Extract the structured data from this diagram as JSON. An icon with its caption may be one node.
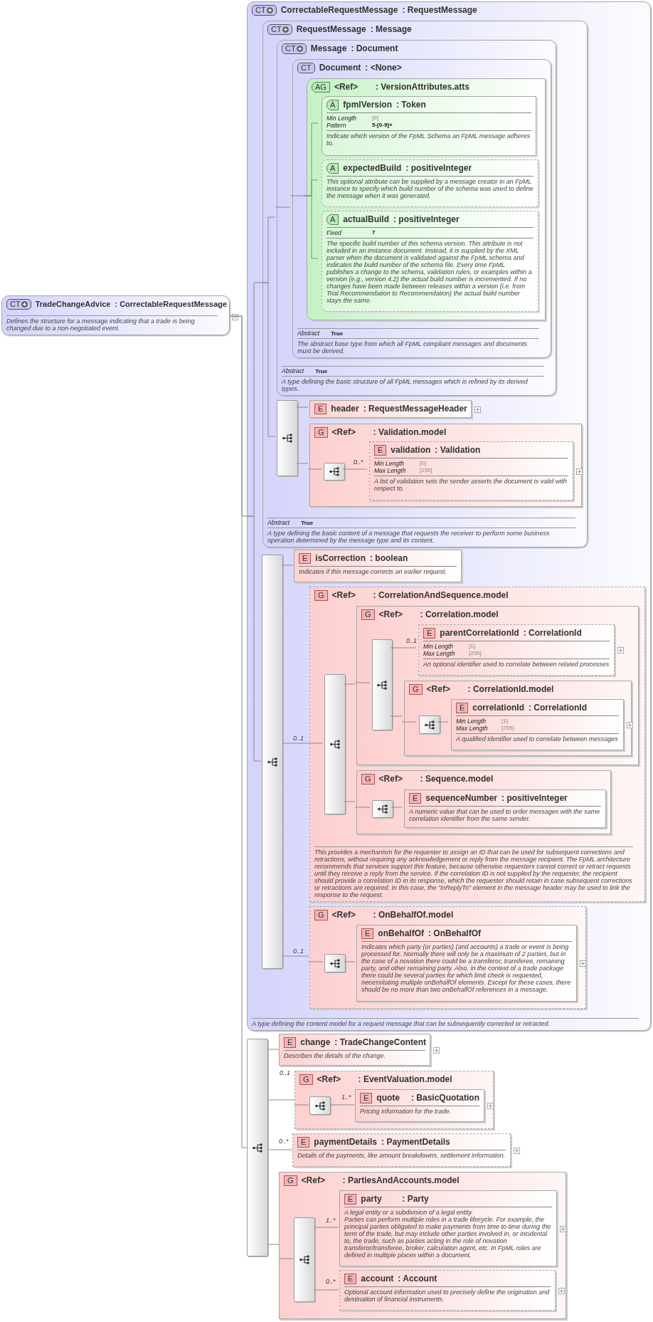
{
  "diagram": {
    "nodes": [
      {
        "text": [
          "CT",
          "TradeChangeAdvice",
          ": CorrectableRequestMessage",
          "Defines the structure for a message indicating that a trade is being changed due to a non-negotiated event."
        ]
      },
      {
        "text": [
          "CT",
          "CorrectableRequestMessage",
          ": RequestMessage",
          "A type defining the content model for a request message that can be subsequently corrected or retracted."
        ]
      },
      {
        "text": [
          "CT",
          "RequestMessage",
          ": Message",
          "Abstract",
          "True",
          "A type defining the basic content of a message that requests the receiver to perform some business operation determined by the message type and its content."
        ],
        "in": 1
      },
      {
        "text": [
          "CT",
          "Message",
          ": Document",
          "Abstract",
          "True",
          "A type defining the basic structure of all FpML messages which is refined by its derived types."
        ],
        "in": 2
      },
      {
        "text": [
          "CT",
          "Document",
          ": <None>",
          "Abstract",
          "True",
          "The abstract base type from which all FpML compliant messages and documents must be derived."
        ],
        "in": 3
      },
      {
        "text": [
          "AG",
          "<Ref>",
          ": VersionAttributes.atts"
        ],
        "in": 4
      },
      {
        "text": [
          "A",
          "fpmlVersion",
          ": Token",
          "Min Length",
          "[0]",
          "Pattern",
          "5-[0-9]+",
          "Indicate which version of the FpML Schema an FpML message adheres to."
        ],
        "in": 5
      },
      {
        "text": [
          "A",
          "expectedBuild",
          ": positiveInteger",
          "This optional attribute can be supplied by a message creator in an FpML instance to specify which build number of the schema was used to define the message when it was generated."
        ],
        "in": 5
      },
      {
        "text": [
          "A",
          "actualBuild",
          ": positiveInteger",
          "Fixed",
          "7",
          "The specific build number of this schema version. This attribute is not included in an instance document. Instead, it is supplied by the XML parser when the document is validated against the FpML schema and indicates the build number of the schema file. Every time FpML publishes a change to the schema, validation rules, or examples within a version (e.g., version 4.2) the actual build number is incremented. If no changes have been made between releases within a version (i.e. from Trial Recommendation to Recommendation) the actual build number stays the same."
        ],
        "in": 5
      },
      {
        "text": [],
        "shape": "box",
        "in": 2
      },
      {
        "text": [
          "E",
          "header",
          ": RequestMessageHeader"
        ],
        "in": 2
      },
      {
        "text": [
          "G",
          "<Ref>",
          ": Validation.model"
        ],
        "in": 2
      },
      {
        "text": [],
        "shape": "box",
        "in": 11
      },
      {
        "text": [
          "E",
          "validation",
          ": Validation",
          "Min Length",
          "[0]",
          "Max Length",
          "[255]",
          "A list of validation sets the sender asserts the document is valid with respect to."
        ],
        "in": 11
      },
      {
        "text": [],
        "shape": "box",
        "in": 1
      },
      {
        "text": [
          "E",
          "isCorrection",
          ": boolean",
          "Indicates if this message corrects an earlier request."
        ],
        "in": 1
      },
      {
        "text": [
          "G",
          "<Ref>",
          ": CorrelationAndSequence.model",
          "This provides a mechanism for the requester to assign an ID that can be used for subsequent corrections and retractions, without requiring any acknowledgement or reply from the message recipient. The FpML architecture recommends that services support this feature, because otherwise requesters cannot correct or retract requests until they receive a reply from the service. If the correlation ID is not supplied by the requester, the recipient should provide a correlation ID in its response, which the requester should retain in case subsequent corrections or retractions are required. In this case, the \"inReplyTo\" element in the message header may be used to link the response to the request."
        ],
        "in": 1
      },
      {
        "text": [],
        "shape": "box",
        "in": 16
      },
      {
        "text": [
          "G",
          "<Ref>",
          ": Correlation.model"
        ],
        "in": 16
      },
      {
        "text": [],
        "shape": "box",
        "in": 18
      },
      {
        "text": [
          "E",
          "parentCorrelationId",
          ": CorrelationId",
          "Min Length",
          "[1]",
          "Max Length",
          "[255]",
          "An optional identifier used to correlate between related processes"
        ],
        "in": 18
      },
      {
        "text": [
          "G",
          "<Ref>",
          ": CorrelationId.model"
        ],
        "in": 18
      },
      {
        "text": [],
        "shape": "box",
        "in": 21
      },
      {
        "text": [
          "E",
          "correlationId",
          ": CorrelationId",
          "Min Length",
          "[1]",
          "Max Length",
          "[255]",
          "A qualified identifier used to correlate between messages"
        ],
        "in": 21
      },
      {
        "text": [
          "G",
          "<Ref>",
          ": Sequence.model"
        ],
        "in": 16
      },
      {
        "text": [],
        "shape": "box",
        "in": 24
      },
      {
        "text": [
          "E",
          "sequenceNumber",
          ": positiveInteger",
          "A numeric value that can be used to order messages with the same correlation identifier from the same sender."
        ],
        "in": 24
      },
      {
        "text": [
          "G",
          "<Ref>",
          ": OnBehalfOf.model"
        ],
        "in": 1
      },
      {
        "text": [],
        "shape": "box",
        "in": 27
      },
      {
        "text": [
          "E",
          "onBehalfOf",
          ": OnBehalfOf",
          "Indicates which party (or parties) (and accounts) a trade or event is being processed for. Normally there will only be a maximum of 2 parties, but in the case of a novation there could be a transferor, transferee, remaining party, and other remaining party. Also, in the context of a trade package there could be several parties for which limit check is requested, necessitating multiple onBehalfOf elements. Except for these cases, there should be no more than two onBehalfOf references in a message."
        ],
        "in": 27
      },
      {
        "text": [],
        "shape": "box"
      },
      {
        "text": [
          "E",
          "change",
          ": TradeChangeContent",
          "Describes the details of the change."
        ]
      },
      {
        "text": [
          "G",
          "<Ref>",
          ": EventValuation.model"
        ]
      },
      {
        "text": [],
        "shape": "box",
        "in": 32
      },
      {
        "text": [
          "E",
          "quote",
          ": BasicQuotation",
          "Pricing information for the trade."
        ],
        "in": 32
      },
      {
        "text": [
          "E",
          "paymentDetails",
          ": PaymentDetails",
          "Details of the payments, like amount breakdowns, settlement information."
        ]
      },
      {
        "text": [
          "G",
          "<Ref>",
          ": PartiesAndAccounts.model"
        ]
      },
      {
        "text": [],
        "shape": "box",
        "in": 36
      },
      {
        "text": [
          "E",
          "party",
          ": Party",
          "A legal entity or a subdivision of a legal entity.",
          "Parties can perform multiple roles in a trade lifecycle. For example, the principal parties obligated to make payments from time to time during the term of the trade, but may include other parties involved in, or incidental to, the trade, such as parties acting in the role of novation transferor/transferee, broker, calculation agent, etc. In FpML roles are defined in multiple places within a document."
        ],
        "in": 36
      },
      {
        "text": [
          "E",
          "account",
          ": Account",
          "Optional account information used to precisely define the origination and destination of financial instruments."
        ],
        "in": 36
      }
    ],
    "edges": [
      {
        "from": 0,
        "to": 1,
        "arrow": "none"
      },
      {
        "from": 0,
        "to": 30,
        "arrow": "none"
      },
      {
        "from": 1,
        "to": 2,
        "arrow": "none"
      },
      {
        "from": 1,
        "to": 14,
        "arrow": "none"
      },
      {
        "from": 2,
        "to": 3,
        "arrow": "none"
      },
      {
        "from": 2,
        "to": 9,
        "arrow": "none"
      },
      {
        "from": 3,
        "to": 4,
        "arrow": "none"
      },
      {
        "from": 4,
        "to": 5,
        "arrow": "none"
      },
      {
        "from": 5,
        "to": 6,
        "arrow": "none"
      },
      {
        "from": 5,
        "to": 7,
        "arrow": "none"
      },
      {
        "from": 5,
        "to": 8,
        "arrow": "none"
      },
      {
        "from": 9,
        "to": 10,
        "arrow": "none"
      },
      {
        "from": 9,
        "to": 11,
        "arrow": "none"
      },
      {
        "from": 11,
        "to": 12,
        "arrow": "none"
      },
      {
        "from": 12,
        "to": 13,
        "arrow": "none",
        "label": "0..*"
      },
      {
        "from": 14,
        "to": 15,
        "arrow": "none"
      },
      {
        "from": 14,
        "to": 16,
        "arrow": "none",
        "label": "0..1"
      },
      {
        "from": 16,
        "to": 17,
        "arrow": "none"
      },
      {
        "from": 17,
        "to": 18,
        "arrow": "none"
      },
      {
        "from": 18,
        "to": 19,
        "arrow": "none"
      },
      {
        "from": 19,
        "to": 20,
        "arrow": "none",
        "label": "0..1"
      },
      {
        "from": 19,
        "to": 21,
        "arrow": "none"
      },
      {
        "from": 21,
        "to": 22,
        "arrow": "none"
      },
      {
        "from": 22,
        "to": 23,
        "arrow": "none"
      },
      {
        "from": 17,
        "to": 24,
        "arrow": "none"
      },
      {
        "from": 24,
        "to": 25,
        "arrow": "none"
      },
      {
        "from": 25,
        "to": 26,
        "arrow": "none"
      },
      {
        "from": 14,
        "to": 27,
        "arrow": "none",
        "label": "0..1"
      },
      {
        "from": 27,
        "to": 28,
        "arrow": "none"
      },
      {
        "from": 28,
        "to": 29,
        "arrow": "none"
      },
      {
        "from": 30,
        "to": 31,
        "arrow": "none"
      },
      {
        "from": 30,
        "to": 32,
        "arrow": "none",
        "label": "0..1"
      },
      {
        "from": 32,
        "to": 33,
        "arrow": "none"
      },
      {
        "from": 33,
        "to": 34,
        "arrow": "none",
        "label": "1..*"
      },
      {
        "from": 30,
        "to": 35,
        "arrow": "none",
        "label": "0..*"
      },
      {
        "from": 30,
        "to": 36,
        "arrow": "none"
      },
      {
        "from": 36,
        "to": 37,
        "arrow": "none"
      },
      {
        "from": 37,
        "to": 38,
        "arrow": "none",
        "label": "1..*"
      },
      {
        "from": 37,
        "to": 39,
        "arrow": "none",
        "label": "0..*"
      }
    ]
  }
}
